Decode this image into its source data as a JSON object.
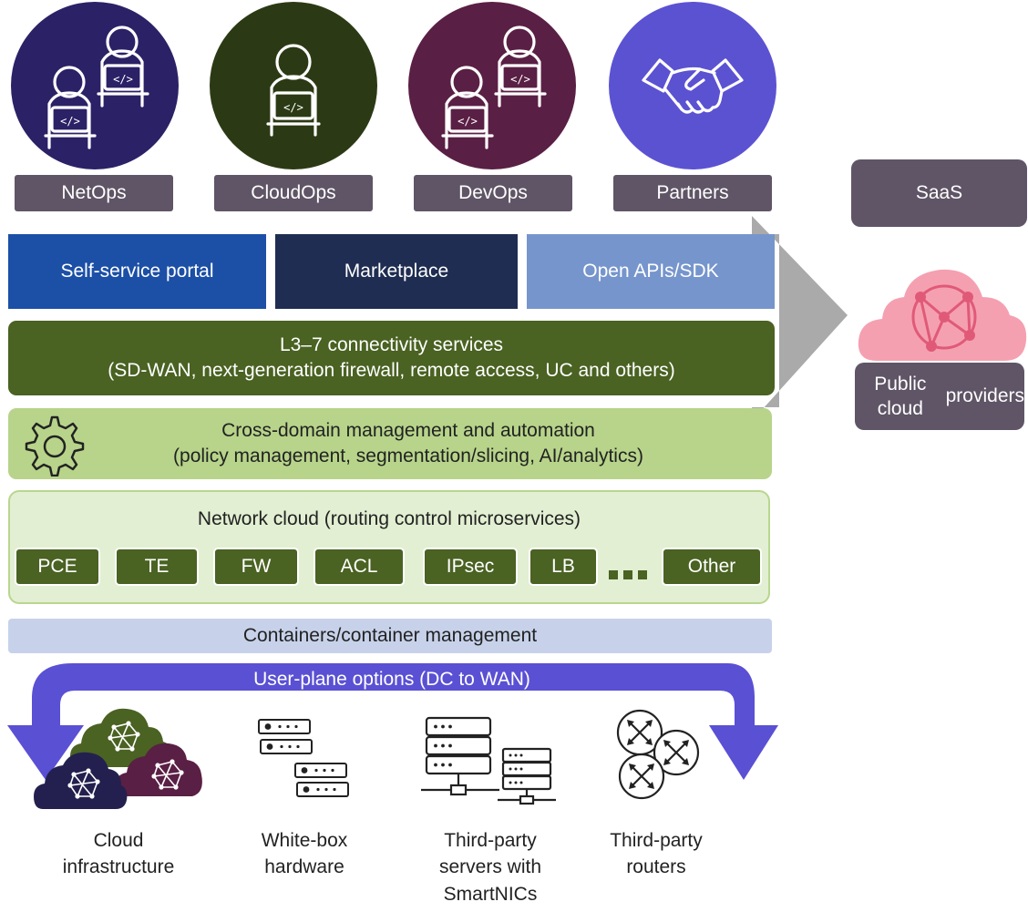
{
  "personas": [
    {
      "label": "NetOps",
      "icon": "two-developers-icon",
      "color": "#2b2166"
    },
    {
      "label": "CloudOps",
      "icon": "developer-icon",
      "color": "#2b3a14"
    },
    {
      "label": "DevOps",
      "icon": "two-developers-icon",
      "color": "#5a1f44"
    },
    {
      "label": "Partners",
      "icon": "handshake-icon",
      "color": "#5b52d2"
    }
  ],
  "saas": {
    "label": "SaaS"
  },
  "public_cloud": {
    "line1": "Public cloud",
    "line2": "providers",
    "icon": "cloud-network-icon"
  },
  "portal": [
    {
      "label": "Self-service portal",
      "color": "#1c4fa6"
    },
    {
      "label": "Marketplace",
      "color": "#1f2d52"
    },
    {
      "label": "Open APIs/SDK",
      "color": "#7695cc"
    }
  ],
  "connectivity": {
    "line1": "L3–7 connectivity services",
    "line2": "(SD-WAN, next-generation firewall, remote access, UC and others)"
  },
  "management": {
    "line1": "Cross-domain management and automation",
    "line2": "(policy management, segmentation/slicing, AI/analytics)",
    "icon": "gear-icon"
  },
  "network_cloud": {
    "title": "Network cloud (routing control microservices)",
    "services": [
      "PCE",
      "TE",
      "FW",
      "ACL",
      "IPsec",
      "LB",
      "Other"
    ]
  },
  "containers": {
    "label": "Containers/container management"
  },
  "user_plane": {
    "label": "User-plane options (DC to WAN)"
  },
  "options": [
    {
      "lines": [
        "Cloud",
        "infrastructure"
      ],
      "icon": "cloud-infrastructure-icon"
    },
    {
      "lines": [
        "White-box",
        "hardware"
      ],
      "icon": "white-box-icon"
    },
    {
      "lines": [
        "Third-party",
        "servers with",
        "SmartNICs"
      ],
      "icon": "servers-icon"
    },
    {
      "lines": [
        "Third-party",
        "routers"
      ],
      "icon": "routers-icon"
    }
  ]
}
